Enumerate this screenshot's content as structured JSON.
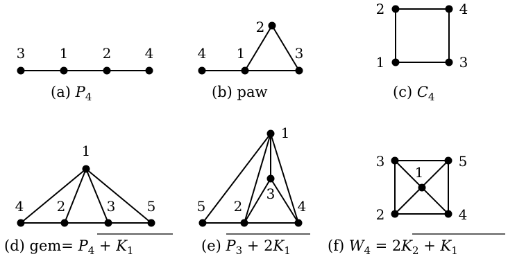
{
  "panels": [
    {
      "id": "a",
      "caption": {
        "prefix": "(a) ",
        "math": "P",
        "sub": "4"
      },
      "labels": [
        "3",
        "1",
        "2",
        "4"
      ]
    },
    {
      "id": "b",
      "caption": {
        "prefix": "(b) ",
        "text": "paw"
      },
      "labels": [
        "4",
        "1",
        "2",
        "3"
      ]
    },
    {
      "id": "c",
      "caption": {
        "prefix": "(c) ",
        "math": "C",
        "sub": "4"
      },
      "labels": [
        "2",
        "4",
        "1",
        "3"
      ]
    },
    {
      "id": "d",
      "caption": {
        "prefix": "(d) gem= ",
        "overline": "P4 + K1"
      },
      "labels": [
        "1",
        "4",
        "2",
        "3",
        "5"
      ]
    },
    {
      "id": "e",
      "caption": {
        "prefix": "(e) ",
        "overline": "P3 + 2K1"
      },
      "labels": [
        "1",
        "3",
        "5",
        "2",
        "4"
      ]
    },
    {
      "id": "f",
      "caption": {
        "prefix": "(f) W4 = ",
        "overline": "2K2 + K1"
      },
      "labels": [
        "3",
        "5",
        "1",
        "2",
        "4"
      ]
    }
  ]
}
